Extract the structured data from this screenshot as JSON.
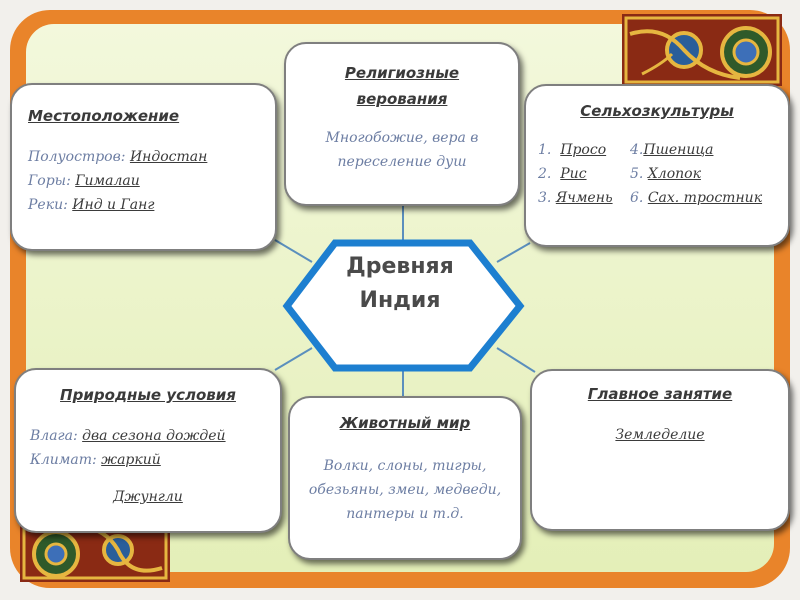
{
  "center": {
    "line1": "Древняя",
    "line2": "Индия"
  },
  "location": {
    "title": "Местоположение",
    "rows": [
      {
        "label": "Полуостров:",
        "value": "Индостан"
      },
      {
        "label": "Горы:",
        "value": "Гималаи"
      },
      {
        "label": "Реки:",
        "value": "Инд и Ганг"
      }
    ]
  },
  "religion": {
    "title_line1": "Религиозные",
    "title_line2": "верования",
    "text_line1": "Многобожие, вера в",
    "text_line2": "переселение душ"
  },
  "crops": {
    "title": "Сельхозкультуры",
    "left": [
      {
        "num": "1.",
        "name": "Просо"
      },
      {
        "num": "2.",
        "name": "Рис"
      },
      {
        "num": "3.",
        "name": "Ячмень"
      }
    ],
    "right": [
      {
        "num": "4.",
        "name": "Пшеница"
      },
      {
        "num": "5.",
        "name": "Хлопок"
      },
      {
        "num": "6.",
        "name": "Сах. тростник"
      }
    ]
  },
  "nature": {
    "title": "Природные условия",
    "rows": [
      {
        "label": "Влага:",
        "value": "два сезона дождей"
      },
      {
        "label": "Климат:",
        "value": "жаркий"
      }
    ],
    "extra": "Джунгли"
  },
  "fauna": {
    "title": "Животный мир",
    "line1": "Волки, слоны, тигры,",
    "line2": "обезьяны, змеи, медведи,",
    "line3": "пантеры и т.д."
  },
  "occupation": {
    "title": "Главное занятие",
    "value": "Земледелие"
  },
  "colors": {
    "frame": "#e9842a",
    "hexagon_border": "#1d7fd0",
    "connector": "#5b8fbd",
    "text_blue": "#6d7ea3"
  }
}
